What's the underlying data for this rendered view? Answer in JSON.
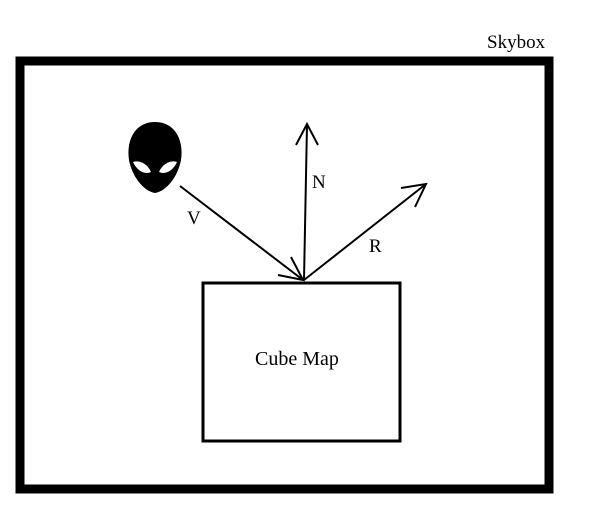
{
  "diagram": {
    "outer_label": "Skybox",
    "inner_label": "Cube Map",
    "vectors": {
      "view": "V",
      "normal": "N",
      "reflection": "R"
    },
    "viewer_icon": "alien-head-icon"
  }
}
